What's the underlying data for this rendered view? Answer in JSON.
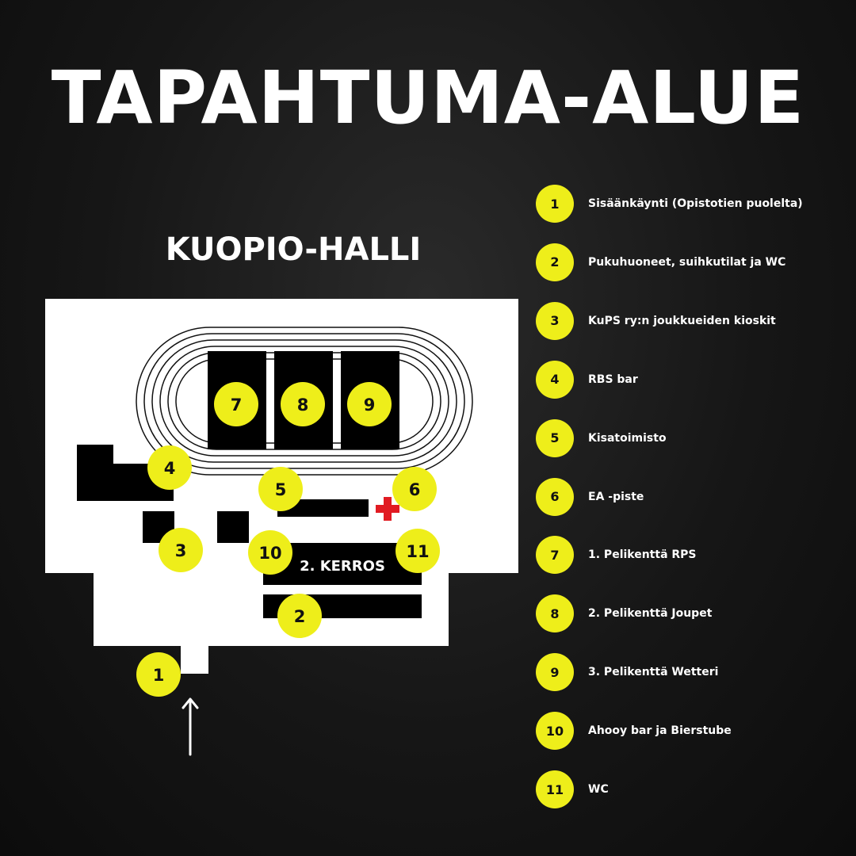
{
  "title": "TAPAHTUMA-ALUE",
  "venue_name": "KUOPIO-HALLI",
  "floor_label": "2. KERROS",
  "colors": {
    "marker": "#eeee1a",
    "first_aid": "#e11b22",
    "building": "#ffffff",
    "blocks": "#000000",
    "background": "#161616"
  },
  "icons": {
    "first_aid": "red-cross-icon",
    "entrance": "up-arrow-icon"
  },
  "map_markers": [
    {
      "id": "1",
      "label": "1"
    },
    {
      "id": "2",
      "label": "2"
    },
    {
      "id": "3",
      "label": "3"
    },
    {
      "id": "4",
      "label": "4"
    },
    {
      "id": "5",
      "label": "5"
    },
    {
      "id": "6",
      "label": "6"
    },
    {
      "id": "7",
      "label": "7"
    },
    {
      "id": "8",
      "label": "8"
    },
    {
      "id": "9",
      "label": "9"
    },
    {
      "id": "10",
      "label": "10"
    },
    {
      "id": "11",
      "label": "11"
    }
  ],
  "legend": [
    {
      "num": "1",
      "text": "Sisäänkäynti (Opistotien puolelta)"
    },
    {
      "num": "2",
      "text": "Pukuhuoneet, suihkutilat ja WC"
    },
    {
      "num": "3",
      "text": "KuPS ry:n joukkueiden kioskit"
    },
    {
      "num": "4",
      "text": "RBS bar"
    },
    {
      "num": "5",
      "text": "Kisatoimisto"
    },
    {
      "num": "6",
      "text": "EA -piste"
    },
    {
      "num": "7",
      "text": "1. Pelikenttä RPS"
    },
    {
      "num": "8",
      "text": "2. Pelikenttä Joupet"
    },
    {
      "num": "9",
      "text": "3. Pelikenttä Wetteri"
    },
    {
      "num": "10",
      "text": "Ahooy bar ja Bierstube"
    },
    {
      "num": "11",
      "text": "WC"
    }
  ]
}
